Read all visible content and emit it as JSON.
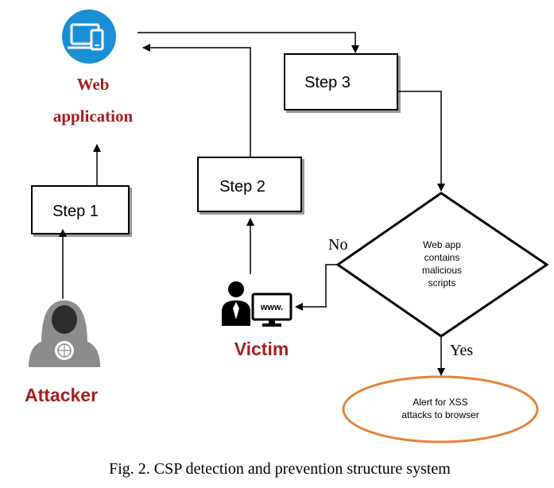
{
  "labels": {
    "web_app_line1": "Web",
    "web_app_line2": "application",
    "step1": "Step 1",
    "step2": "Step 2",
    "step3": "Step 3",
    "decision_line1": "Web app",
    "decision_line2": "contains",
    "decision_line3": "malicious",
    "decision_line4": "scripts",
    "no": "No",
    "yes": "Yes",
    "alert_line1": "Alert for XSS",
    "alert_line2": "attacks to browser",
    "victim": "Victim",
    "attacker": "Attacker",
    "www": "www.",
    "caption": "Fig. 2. CSP detection and prevention structure system"
  },
  "colors": {
    "label_red": "#a51f1f",
    "web_icon_blue": "#1a8fd6",
    "ellipse_orange": "#e8823a",
    "hacker_gray": "#8c8c8c",
    "line": "#000000"
  },
  "icons": {
    "web_application": "devices-icon",
    "attacker": "hacker-icon",
    "victim": "user-computer-icon"
  }
}
